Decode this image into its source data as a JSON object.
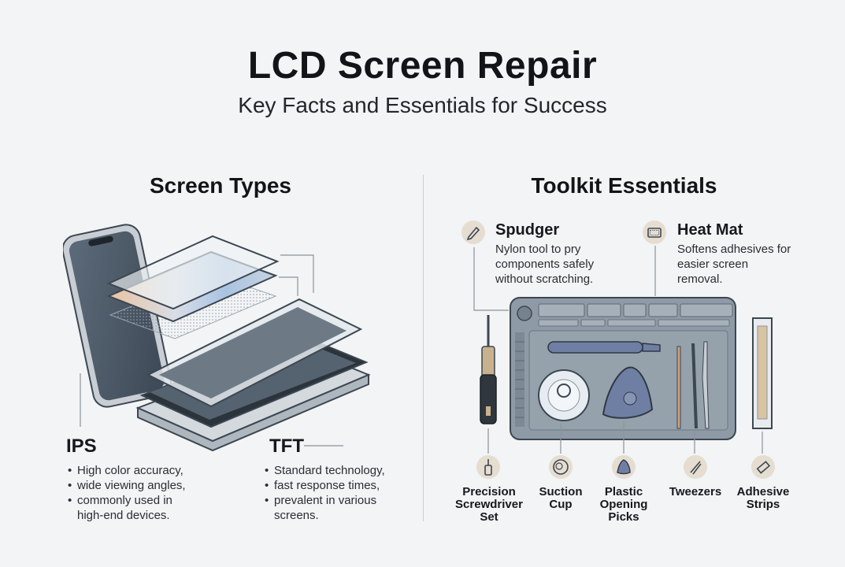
{
  "header": {
    "title": "LCD Screen Repair",
    "subtitle": "Key Facts and Essentials for Success"
  },
  "screen_types": {
    "heading": "Screen Types",
    "ips": {
      "name": "IPS",
      "bullets": [
        [
          "High color accuracy,"
        ],
        [
          "wide viewing angles,"
        ],
        [
          "commonly used in",
          "high-end devices."
        ]
      ]
    },
    "tft": {
      "name": "TFT",
      "bullets": [
        [
          "Standard technology,"
        ],
        [
          "fast response times,"
        ],
        [
          "prevalent in various",
          "screens."
        ]
      ]
    }
  },
  "toolkit": {
    "heading": "Toolkit Essentials",
    "spudger": {
      "name": "Spudger",
      "desc": [
        "Nylon tool to pry",
        "components safely",
        "without scratching."
      ],
      "icon": "pen-icon"
    },
    "heat_mat": {
      "name": "Heat Mat",
      "desc": [
        "Softens adhesives for",
        "easier screen",
        "removal."
      ],
      "icon": "mat-icon"
    },
    "tools": [
      {
        "label": [
          "Precision",
          "Screwdriver",
          "Set"
        ],
        "icon": "screwdriver-icon"
      },
      {
        "label": [
          "Suction",
          "Cup"
        ],
        "icon": "suction-cup-icon"
      },
      {
        "label": [
          "Plastic",
          "Opening",
          "Picks"
        ],
        "icon": "pick-icon"
      },
      {
        "label": [
          "Tweezers"
        ],
        "icon": "tweezers-icon"
      },
      {
        "label": [
          "Adhesive",
          "Strips"
        ],
        "icon": "adhesive-strip-icon"
      }
    ]
  },
  "colors": {
    "background": "#f2f4f5",
    "badge": "#e6ddd1",
    "mat": "#8e9aa5",
    "outline": "#3c4752"
  }
}
